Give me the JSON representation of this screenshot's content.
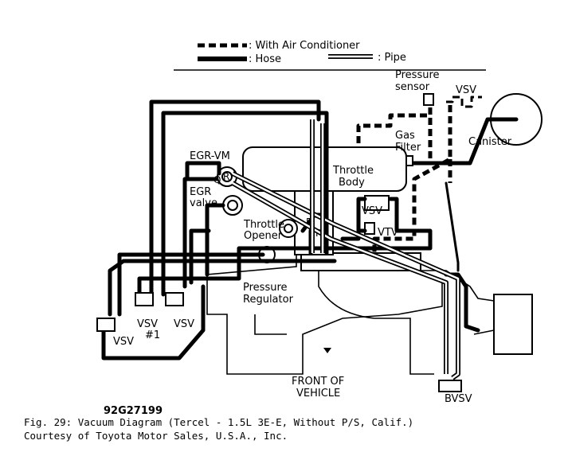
{
  "legend": {
    "ac": ": With Air Conditioner",
    "hose": ": Hose",
    "pipe": ": Pipe"
  },
  "labels": {
    "pressure_sensor_1": "Pressure",
    "pressure_sensor_2": "sensor",
    "vsv_top": "VSV",
    "canister": "Canister",
    "gas_filter_1": "Gas",
    "gas_filter_2": "Filter",
    "throttle_body_1": "Throttle",
    "throttle_body_2": "Body",
    "egr_vm": "EGR-VM",
    "q": "Q",
    "r1": "R",
    "egr_valve_1": "EGR",
    "egr_valve_2": "valve",
    "vsv_mid": "VSV",
    "vtv": "VTV",
    "throttle_opener_1": "Throttle",
    "throttle_opener_2": "Opener",
    "r2": "R",
    "p": "P",
    "pressure_regulator_1": "Pressure",
    "pressure_regulator_2": "Regulator",
    "vsv_left": "VSV",
    "vsv1_1": "VSV",
    "vsv1_2": "#1",
    "vsv_third": "VSV",
    "front_1": "FRONT OF",
    "front_2": "VEHICLE",
    "bvsv": "BVSV",
    "figure_id": "92G27199",
    "caption_1": "Fig. 29:  Vacuum Diagram (Tercel - 1.5L 3E-E, Without P/S, Calif.)",
    "caption_2": "Courtesy of Toyota Motor Sales, U.S.A., Inc."
  }
}
